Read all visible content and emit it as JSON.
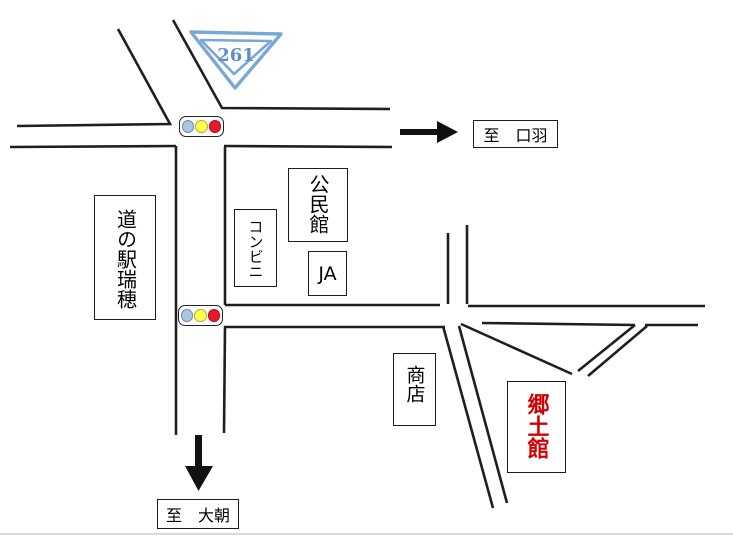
{
  "map": {
    "title_hint": "hand-drawn access map",
    "route_sign": {
      "number": "261"
    },
    "labels": {
      "kominkan": "公民館",
      "konbini": "コンビニ",
      "ja": "JA",
      "michinoeki": "道の駅瑞穂",
      "shoten": "商店",
      "kyodokan": "郷土館",
      "dest_east": "至　口羽",
      "dest_south": "至　大朝"
    },
    "traffic_lights": {
      "count": 2,
      "lamp_order": [
        "blue",
        "yellow",
        "red"
      ]
    },
    "colors": {
      "road": "#1f1f1f",
      "route_sign_blue": "#7aa6d8",
      "route_sign_text_blue": "#5e8fc7",
      "kyodokan_red": "#d40000",
      "lamp_blue": "#adc6e3",
      "lamp_yellow": "#ffff4d",
      "lamp_red": "#e8192c",
      "bottom_edge_gray": "#d9d9d9"
    }
  }
}
